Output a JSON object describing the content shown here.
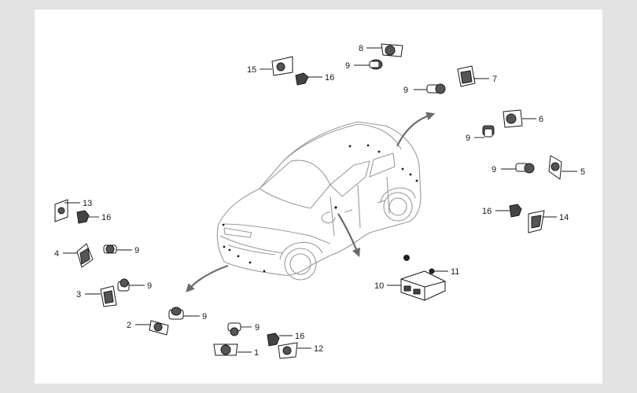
{
  "diagram": {
    "callouts": [
      {
        "id": "c15",
        "label": "15"
      },
      {
        "id": "c16a",
        "label": "16"
      },
      {
        "id": "c8",
        "label": "8"
      },
      {
        "id": "c9a",
        "label": "9"
      },
      {
        "id": "c9b",
        "label": "9"
      },
      {
        "id": "c7",
        "label": "7"
      },
      {
        "id": "c6",
        "label": "6"
      },
      {
        "id": "c9c",
        "label": "9"
      },
      {
        "id": "c9d",
        "label": "9"
      },
      {
        "id": "c5",
        "label": "5"
      },
      {
        "id": "c16b",
        "label": "16"
      },
      {
        "id": "c14",
        "label": "14"
      },
      {
        "id": "c13",
        "label": "13"
      },
      {
        "id": "c16c",
        "label": "16"
      },
      {
        "id": "c4",
        "label": "4"
      },
      {
        "id": "c9e",
        "label": "9"
      },
      {
        "id": "c3",
        "label": "3"
      },
      {
        "id": "c9f",
        "label": "9"
      },
      {
        "id": "c2",
        "label": "2"
      },
      {
        "id": "c9g",
        "label": "9"
      },
      {
        "id": "c9h",
        "label": "9"
      },
      {
        "id": "c16d",
        "label": "16"
      },
      {
        "id": "c1",
        "label": "1"
      },
      {
        "id": "c12",
        "label": "12"
      },
      {
        "id": "c11",
        "label": "11"
      },
      {
        "id": "c10",
        "label": "10"
      }
    ]
  },
  "colors": {
    "line": "#1a1a1a",
    "car_outline": "#9a9a9a",
    "arrow": "#6b6b6b",
    "page_bg": "#e3e3e3",
    "canvas_bg": "#ffffff"
  }
}
